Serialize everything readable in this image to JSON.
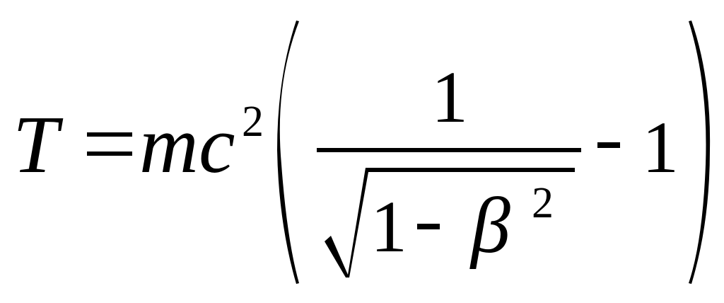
{
  "formula": {
    "lhs": "T",
    "equals": "=",
    "mass": "m",
    "speed": "c",
    "speed_exponent": "2",
    "numerator": "1",
    "radicand_one": "1",
    "radicand_minus": "-",
    "radicand_beta": "β",
    "beta_exponent": "2",
    "outer_minus": "-",
    "outer_one": "1",
    "colors": {
      "ink": "#000000",
      "background": "#ffffff"
    }
  }
}
